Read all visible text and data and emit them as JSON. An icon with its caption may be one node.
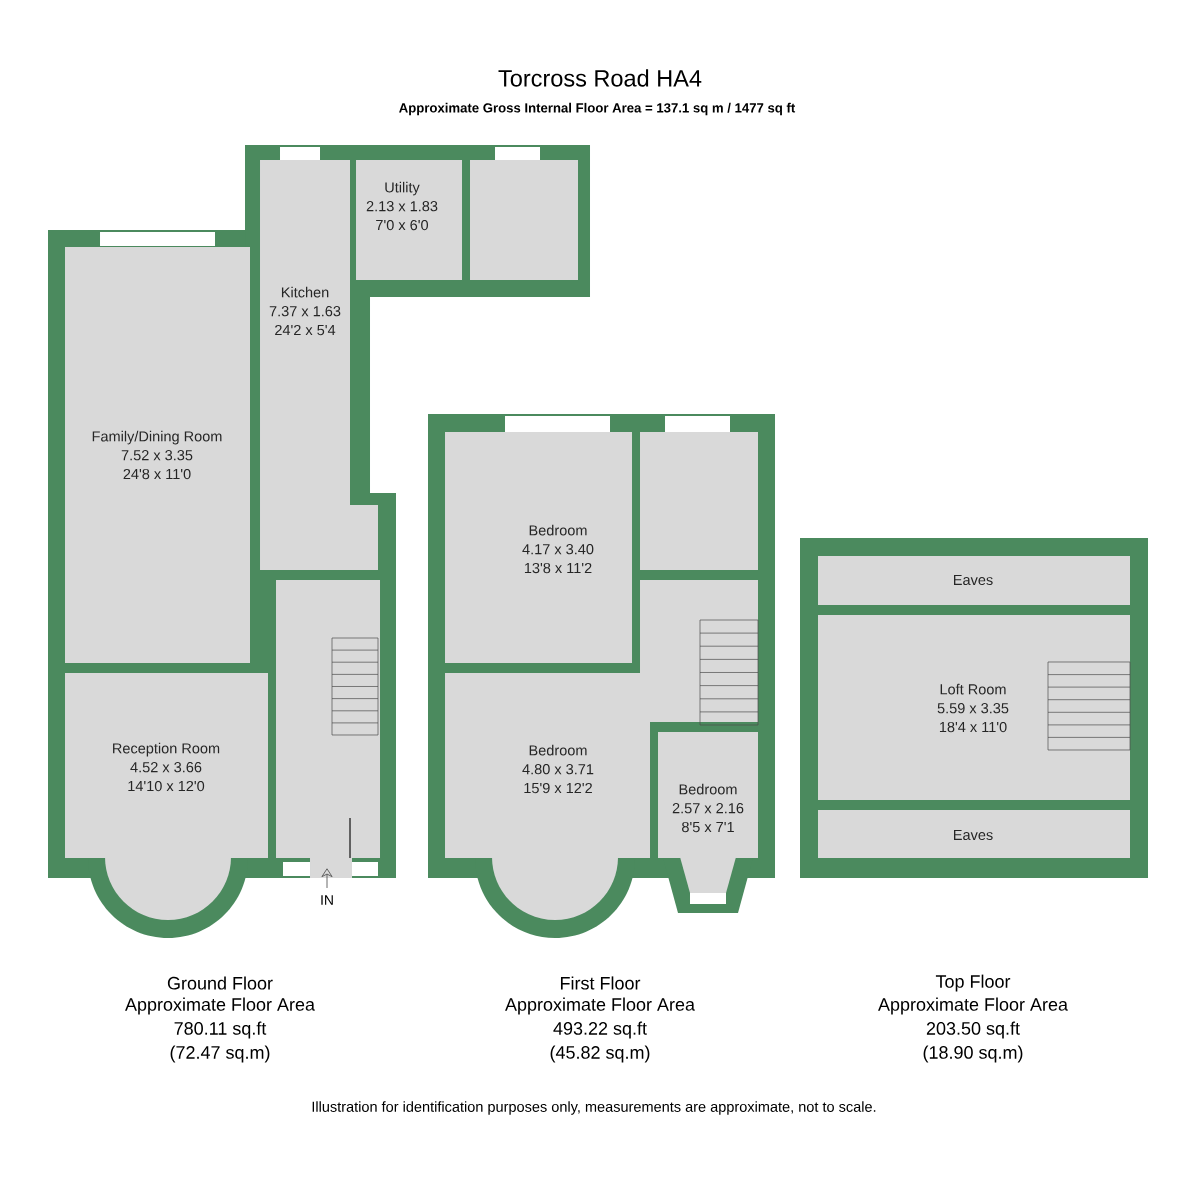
{
  "diagram": {
    "title": "Torcross Road HA4",
    "nodes": [
      {
        "text": [
          "Utility",
          "2.13 x 1.83",
          "7'0 x 6'0"
        ]
      },
      {
        "text": [],
        "shape": "box"
      },
      {
        "text": [
          "Kitchen",
          "7.37 x 1.63",
          "24'2 x 5'4"
        ]
      },
      {
        "text": [
          "Family/Dining Room",
          "7.52 x 3.35",
          "24'8 x 11'0"
        ]
      },
      {
        "text": [
          "Reception Room",
          "4.52 x 3.66",
          "14'10 x 12'0"
        ]
      },
      {
        "text": [],
        "shape": "box"
      },
      {
        "text": [
          "Bedroom",
          "4.17 x 3.40",
          "13'8 x 11'2"
        ]
      },
      {
        "text": [],
        "shape": "box"
      },
      {
        "text": [],
        "shape": "box"
      },
      {
        "text": [
          "Bedroom",
          "4.80 x 3.71",
          "15'9 x 12'2"
        ]
      },
      {
        "text": [
          "Bedroom",
          "2.57 x 2.16",
          "8'5 x 7'1"
        ]
      },
      {
        "text": [
          "Eaves"
        ]
      },
      {
        "text": [
          "Loft Room",
          "5.59 x 3.35",
          "18'4 x 11'0"
        ]
      },
      {
        "text": [
          "Eaves"
        ]
      }
    ],
    "labels": [
      "Approximate Gross Internal Floor Area = 137.1 sq m / 1477 sq ft",
      "IN",
      "Ground Floor",
      "Approximate Floor Area",
      "780.11 sq.ft",
      "(72.47 sq.m)",
      "First Floor",
      "Approximate Floor Area",
      "493.22 sq.ft",
      "(45.82 sq.m)",
      "Top Floor",
      "Approximate Floor Area",
      "203.50 sq.ft",
      "(18.90 sq.m)",
      "Illustration for identification purposes only, measurements are approximate, not to scale."
    ]
  }
}
